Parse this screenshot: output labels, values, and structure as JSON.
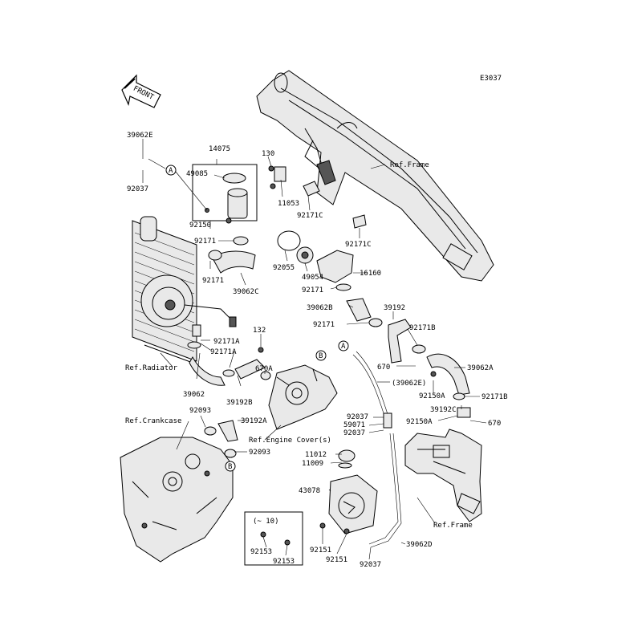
{
  "diagram_id": "E3037",
  "front_label": "FRONT",
  "refs": {
    "frame_top": "Ref.Frame",
    "frame_bottom": "Ref.Frame",
    "radiator": "Ref.Radiator",
    "crankcase": "Ref.Crankcase",
    "engine_cover": "Ref.Engine Cover(s)"
  },
  "markers": {
    "a": "A",
    "b": "B"
  },
  "inset": {
    "title": "(~ 10)",
    "part_left": "92153",
    "part_right": "92153"
  },
  "parts": {
    "p39062E": "39062E",
    "p92037_a": "92037",
    "p14075": "14075",
    "p49085": "49085",
    "p130": "130",
    "p11053": "11053",
    "p92171C_a": "92171C",
    "p92171C_b": "92171C",
    "p92150": "92150",
    "p92171_a": "92171",
    "p92171_b": "92171",
    "p39062C": "39062C",
    "p92055": "92055",
    "p49054": "49054",
    "p16160": "16160",
    "p92171_c": "92171",
    "p39062B": "39062B",
    "p39192": "39192",
    "p92171_d": "92171",
    "p92171B_a": "92171B",
    "p132": "132",
    "p92171A_a": "92171A",
    "p92171A_b": "92171A",
    "p670A": "670A",
    "p670_a": "670",
    "p39062A": "39062A",
    "p39062_paren": "(39062E)",
    "p92150A_a": "92150A",
    "p92171B_b": "92171B",
    "p39192C": "39192C",
    "p92150A_b": "92150A",
    "p670_b": "670",
    "p39062": "39062",
    "p39192B": "39192B",
    "p92093_a": "92093",
    "p39192A": "39192A",
    "p92093_b": "92093",
    "p92037_b": "92037",
    "p59071": "59071",
    "p92037_c": "92037",
    "p11012": "11012",
    "p11009": "11009",
    "p43078": "43078",
    "p92151_a": "92151",
    "p92151_b": "92151",
    "p92037_d": "92037",
    "p39062D": "39062D"
  }
}
